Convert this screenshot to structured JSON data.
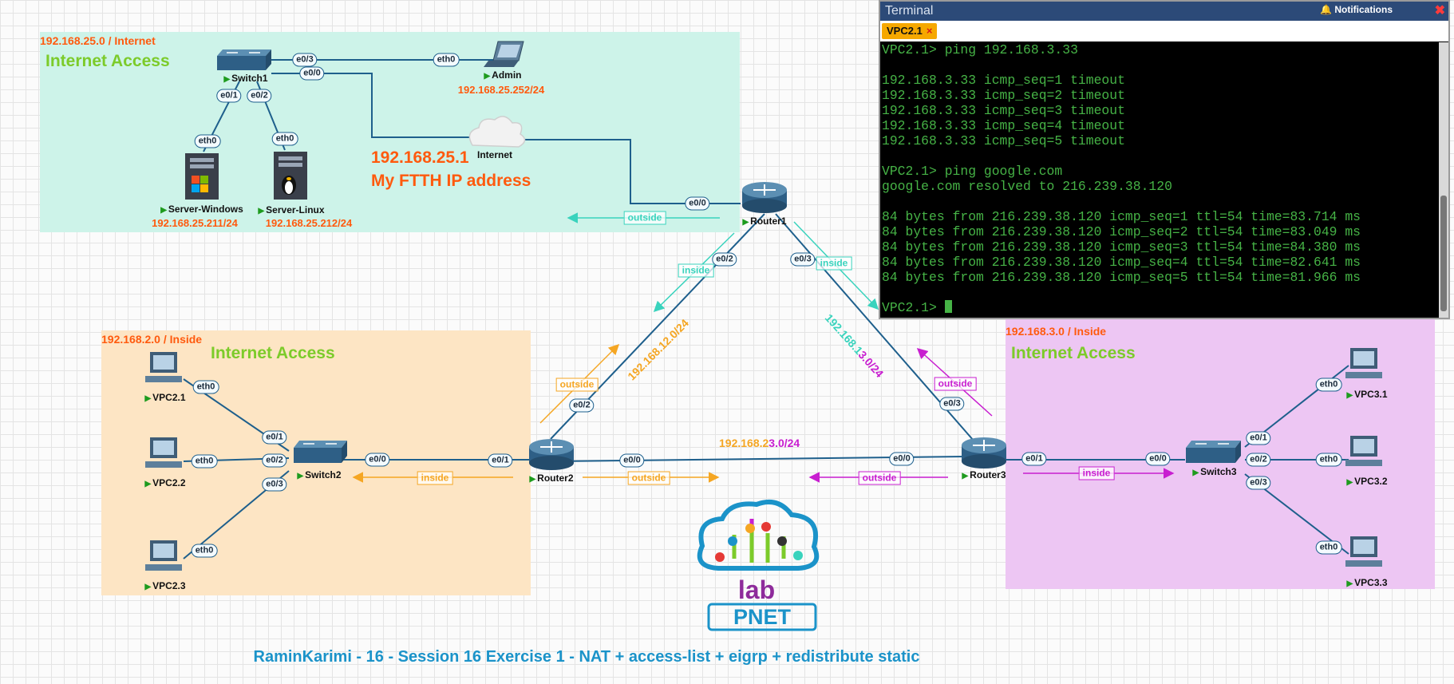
{
  "diagram": {
    "zones": {
      "internet": {
        "title": "192.168.25.0 / Internet",
        "access": "Internet Access"
      },
      "vpc2": {
        "title": "192.168.2.0 / Inside",
        "access": "Internet Access"
      },
      "vpc3": {
        "title": "192.168.3.0 / Inside",
        "access": "Internet Access"
      }
    },
    "nodes": {
      "switch1": "Switch1",
      "admin": "Admin",
      "internet": "Internet",
      "server_windows": "Server-Windows",
      "server_linux": "Server-Linux",
      "router1": "Router1",
      "router2": "Router2",
      "router3": "Router3",
      "switch2": "Switch2",
      "switch3": "Switch3",
      "vpc21": "VPC2.1",
      "vpc22": "VPC2.2",
      "vpc23": "VPC2.3",
      "vpc31": "VPC3.1",
      "vpc32": "VPC3.2",
      "vpc33": "VPC3.3"
    },
    "ips": {
      "admin": "192.168.25.252/24",
      "server_windows": "192.168.25.211/24",
      "server_linux": "192.168.25.212/24"
    },
    "ftth": {
      "ip": "192.168.25.1",
      "label": "My FTTH IP address"
    },
    "ports": {
      "sw1_e03": "e0/3",
      "admin_eth0": "eth0",
      "sw1_e00": "e0/0",
      "sw1_e01": "e0/1",
      "sw1_e02": "e0/2",
      "win_eth0": "eth0",
      "lin_eth0": "eth0",
      "r1_e00": "e0/0",
      "r1_e02": "e0/2",
      "r1_e03": "e0/3",
      "r2_e02": "e0/2",
      "r2_e01": "e0/1",
      "r2_e00": "e0/0",
      "r3_e00": "e0/0",
      "r3_e03": "e0/3",
      "r3_e01": "e0/1",
      "sw2_e00": "e0/0",
      "sw2_e01": "e0/1",
      "sw2_e02": "e0/2",
      "sw2_e03": "e0/3",
      "v21_eth0": "eth0",
      "v22_eth0": "eth0",
      "v23_eth0": "eth0",
      "sw3_e00": "e0/0",
      "sw3_e01": "e0/1",
      "sw3_e02": "e0/2",
      "sw3_e03": "e0/3",
      "v31_eth0": "eth0",
      "v32_eth0": "eth0",
      "v33_eth0": "eth0"
    },
    "nat": {
      "outside": "outside",
      "inside": "inside"
    },
    "networks": {
      "r1r2": "192.168.12.0/24",
      "r1r3_a": "192.168.1",
      "r1r3_b": "3.0/24",
      "r2r3_a": "192.168.2",
      "r2r3_b": "3.0/24"
    },
    "logo_text": "PNET",
    "footer": "RaminKarimi - 16 - Session 16 Exercise 1 - NAT + access-list + eigrp + redistribute static"
  },
  "terminal": {
    "title": "Terminal",
    "notifications": "Notifications",
    "tab": "VPC2.1",
    "lines": [
      "VPC2.1> ping 192.168.3.33",
      "",
      "192.168.3.33 icmp_seq=1 timeout",
      "192.168.3.33 icmp_seq=2 timeout",
      "192.168.3.33 icmp_seq=3 timeout",
      "192.168.3.33 icmp_seq=4 timeout",
      "192.168.3.33 icmp_seq=5 timeout",
      "",
      "VPC2.1> ping google.com",
      "google.com resolved to 216.239.38.120",
      "",
      "84 bytes from 216.239.38.120 icmp_seq=1 ttl=54 time=83.714 ms",
      "84 bytes from 216.239.38.120 icmp_seq=2 ttl=54 time=83.049 ms",
      "84 bytes from 216.239.38.120 icmp_seq=3 ttl=54 time=84.380 ms",
      "84 bytes from 216.239.38.120 icmp_seq=4 ttl=54 time=82.641 ms",
      "84 bytes from 216.239.38.120 icmp_seq=5 ttl=54 time=81.966 ms",
      "",
      "VPC2.1> "
    ]
  },
  "colors": {
    "zone_internet": "#cdf3e9",
    "zone_vpc2": "#fde5c4",
    "zone_vpc3": "#edc6f3",
    "link": "#1e5f8c",
    "teal": "#39d3bd",
    "orange": "#f5a623",
    "purple": "#c81ed0",
    "zone_title": "#ff5a0e",
    "access": "#7ccb2a",
    "footer": "#1b93c9"
  }
}
